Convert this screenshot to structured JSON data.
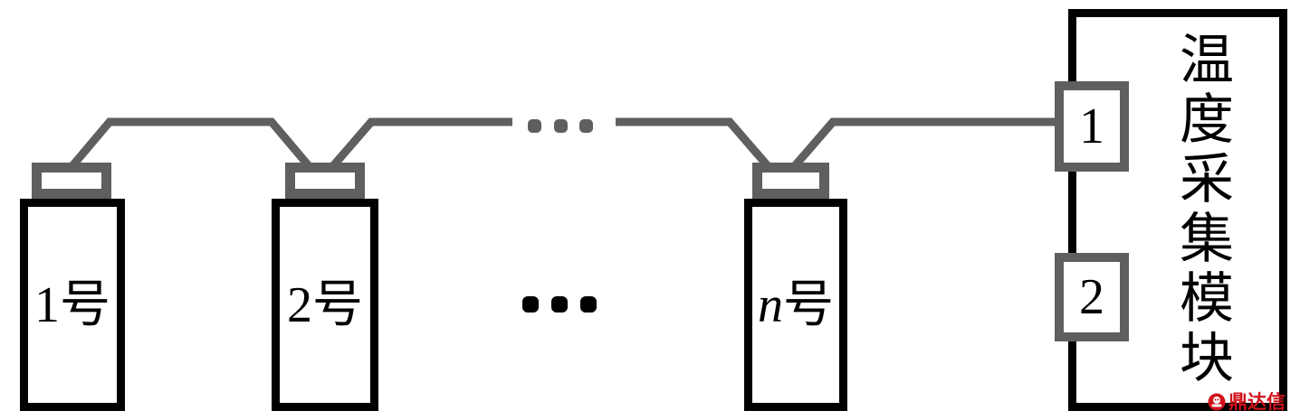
{
  "colors": {
    "wire": "#5f5f5f",
    "border": "#000000",
    "watermark": "#d0121b"
  },
  "cells": [
    {
      "index": "1",
      "unit": "号"
    },
    {
      "index": "2",
      "unit": "号"
    },
    {
      "index": "n",
      "unit": "号"
    }
  ],
  "module": {
    "title": "温度采集模块",
    "ports": [
      {
        "label": "1"
      },
      {
        "label": "2"
      }
    ]
  },
  "watermark": {
    "text": "鼎达信",
    "logo_icon": "watermark-logo-icon"
  }
}
